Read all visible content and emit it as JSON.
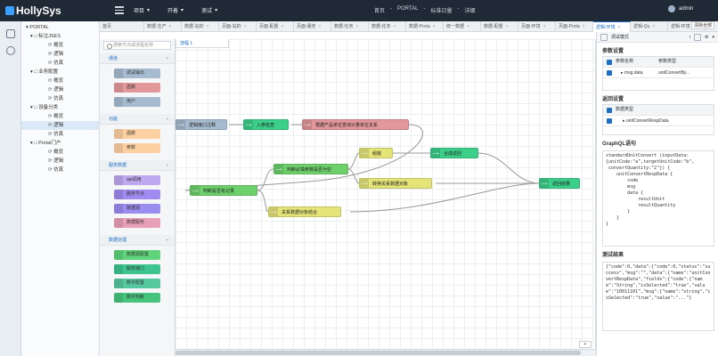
{
  "app": {
    "logo": "HollySys"
  },
  "topnav": [
    {
      "label": "项目"
    },
    {
      "label": "开着"
    },
    {
      "label": "测试"
    }
  ],
  "breadcrumb": [
    "首页",
    "PORTAL",
    "标准日量",
    "详细"
  ],
  "user": {
    "name": "admin"
  },
  "tree": [
    {
      "label": "PORTAL",
      "level": 0
    },
    {
      "label": "标注JSES",
      "level": 1
    },
    {
      "label": "概览",
      "level": 2
    },
    {
      "label": "逻辑",
      "level": 2
    },
    {
      "label": "仿真",
      "level": 2
    },
    {
      "label": "业务配置",
      "level": 1
    },
    {
      "label": "概览",
      "level": 2
    },
    {
      "label": "逻辑",
      "level": 2
    },
    {
      "label": "仿真",
      "level": 2
    },
    {
      "label": "设备分类",
      "level": 1
    },
    {
      "label": "概览",
      "level": 2
    },
    {
      "label": "逻辑",
      "level": 2
    },
    {
      "label": "仿真",
      "level": 2
    },
    {
      "label": "Portal门户",
      "level": 1
    },
    {
      "label": "概览",
      "level": 2
    },
    {
      "label": "逻辑",
      "level": 2
    },
    {
      "label": "仿真",
      "level": 2
    }
  ],
  "tabs": [
    "首页",
    "数据-生产",
    "数据-站的",
    "页面-站的",
    "页面-配置",
    "页面-服务",
    "数据-任务",
    "数据-任务",
    "数据-Porta",
    "统一数据",
    "数据-配置",
    "页面-环境",
    "页面-Porta",
    "逻辑-环境",
    "逻辑-Qu",
    "逻辑-环境"
  ],
  "tab_close": "×",
  "tab_clear": "清除全部",
  "flow_tab": "流程 1",
  "palette": {
    "search_placeholder": "搜索节点或流程名称",
    "categories": [
      {
        "name": "通道",
        "nodes": [
          {
            "label": "调试输出",
            "color": "#a6bbcf"
          },
          {
            "label": "函数",
            "color": "#e2979a"
          },
          {
            "label": "用户",
            "color": "#a6bbcf"
          }
        ]
      },
      {
        "name": "功能",
        "nodes": [
          {
            "label": "函数",
            "color": "#fdd0a2"
          },
          {
            "label": "参数",
            "color": "#fdd0a2"
          }
        ]
      },
      {
        "name": "服务数据",
        "nodes": [
          {
            "label": "api调用",
            "color": "#c0a8f0"
          },
          {
            "label": "服务节点",
            "color": "#a08bf0"
          },
          {
            "label": "数据源",
            "color": "#9b8cf0"
          },
          {
            "label": "数据服务",
            "color": "#e99fb7"
          }
        ]
      },
      {
        "name": "数据处理",
        "nodes": [
          {
            "label": "数据源配置",
            "color": "#5fd47a"
          },
          {
            "label": "服务接口",
            "color": "#3ec48f"
          },
          {
            "label": "数字配置",
            "color": "#56c8a0"
          },
          {
            "label": "数字判断",
            "color": "#46c47e"
          }
        ]
      }
    ]
  },
  "flow_nodes": [
    {
      "id": "n1",
      "label": "逻辑接口注释",
      "color": "#a6bbcf"
    },
    {
      "id": "n2",
      "label": "入参检查",
      "color": "#3bcf8a"
    },
    {
      "id": "n3",
      "label": "根据产品单位查询计量单位关系",
      "color": "#e2979a"
    },
    {
      "id": "n4",
      "label": "判断是否有记录",
      "color": "#6dd06b"
    },
    {
      "id": "n5",
      "label": "判断必填参数是否为空",
      "color": "#6dd06b"
    },
    {
      "id": "n6",
      "label": "组装",
      "color": "#e4e478"
    },
    {
      "id": "n7",
      "label": "合成返回",
      "color": "#3bcf8a"
    },
    {
      "id": "n8",
      "label": "转换关系数据对象",
      "color": "#e4e478"
    },
    {
      "id": "n9",
      "label": "关系数据对象结合",
      "color": "#e4e478"
    },
    {
      "id": "n10",
      "label": "返回结果",
      "color": "#3bcf8a"
    }
  ],
  "right_panel": {
    "toolbar": [
      "调试模式"
    ],
    "params_title": "参数设置",
    "params_headers": [
      "参数名称",
      "参数类型"
    ],
    "params_rows": [
      {
        "name": "msg.data",
        "type": "unitConvertBy..."
      }
    ],
    "return_title": "返回设置",
    "return_headers": [
      "数据类型"
    ],
    "return_rows": [
      {
        "type": "unitConvertRespData"
      }
    ],
    "graphql_title": "GraphQL语句",
    "graphql_code": "standardUnitConvert (inputData:\n{unitCode:\"a\",targetUnitCode:\"b\",\n convertQuantity:\"2\"}) {\n    unitConvertRespData {\n        code\n        msg\n        data {\n            resultUnit\n            resultQuantity\n        }\n    }\n}",
    "result_title": "测试结果",
    "result_text": "{\"code\":0,\"data\":{\"code\":0,\"status\":\"success\",\"msg\":\"\",\"data\":{\"name\":\"unitConvertRespData\",\"fields\":{\"code\":{\"name\":\"String\",\"isSelected\":\"true\",\"value\":\"10011101\",\"msg\":{\"name\":\"string\",\"isSelected\":\"true\",\"value\":\"...\"}"
  }
}
